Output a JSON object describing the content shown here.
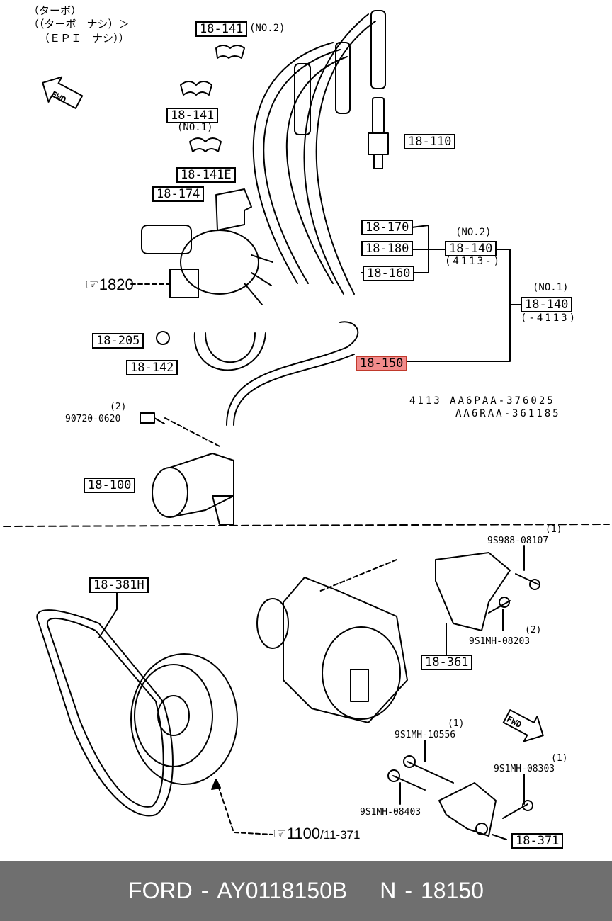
{
  "top_notes": {
    "line1": "（ターボ）",
    "line2": "（（ターボ　ナシ）＞",
    "line3": "（ＥＰＩ　ナシ））"
  },
  "fwd_label": "FWD",
  "labels": {
    "p18_141_no2": "18-141",
    "no2_a": "(NO.2)",
    "p18_141_no1": "18-141",
    "no1_a": "(NO.1)",
    "p18_141e": "18-141E",
    "p18_174": "18-174",
    "p18_110": "18-110",
    "p18_170": "18-170",
    "p18_180": "18-180",
    "p18_160": "18-160",
    "p18_140_no2": "18-140",
    "no2_b": "(NO.2)",
    "range_a": "(4113-)",
    "p18_140_no1": "18-140",
    "no1_b": "(NO.1)",
    "range_b": "(-4113)",
    "ref_1820": "1820",
    "p18_205": "18-205",
    "p18_142": "18-142",
    "p18_150": "18-150",
    "serial1": "4113 AA6PAA-376025",
    "serial2": "AA6RAA-361185",
    "qty2_a": "(2)",
    "bolt_90720": "90720-0620",
    "p18_100": "18-100",
    "qty1_a": "(1)",
    "bolt_9s988": "9S988-08107",
    "qty2_b": "(2)",
    "bolt_9s1mh_08203": "9S1MH-08203",
    "p18_381h": "18-381H",
    "p18_361": "18-361",
    "qty1_b": "(1)",
    "bolt_9s1mh_10556": "9S1MH-10556",
    "qty1_c": "(1)",
    "bolt_9s1mh_08303": "9S1MH-08303",
    "bolt_9s1mh_08403": "9S1MH-08403",
    "p18_371": "18-371",
    "ref_1100": "1100",
    "ref_11_371": "/11-371"
  },
  "footer": {
    "brand": "FORD",
    "sep1": "-",
    "part_number": "AY0118150B",
    "n_label": "N",
    "sep2": "-",
    "n_value": "18150"
  },
  "colors": {
    "highlight": "#f28b8b",
    "footer_bg": "#6f6f6f"
  }
}
